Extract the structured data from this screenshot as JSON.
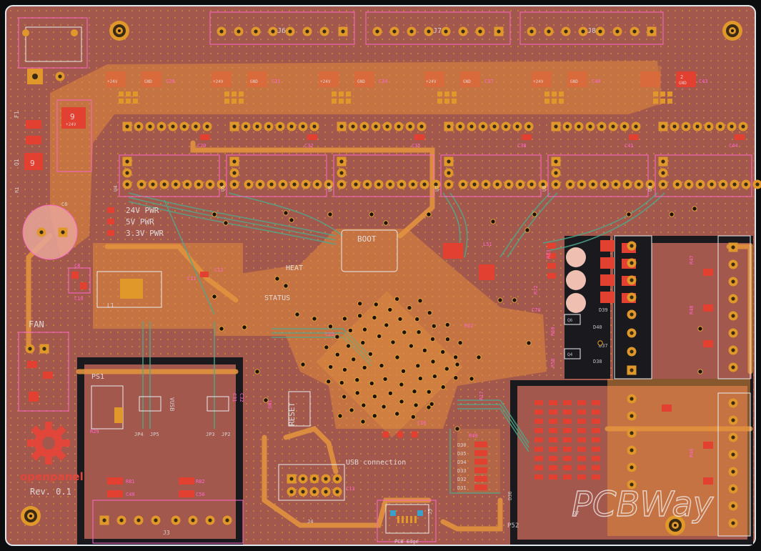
{
  "board": {
    "background": "#a2584c",
    "copper_fill": "#e28a3c",
    "trace_green": "#4fa98b",
    "pad_color": "#e0982b",
    "silk_color": "#e9edf1",
    "outline_color": "#ff66cc"
  },
  "connectors_top": [
    "J6",
    "J7",
    "J8"
  ],
  "driver_caps_top": [
    "C28",
    "C31",
    "C34",
    "C37",
    "C40",
    "C43"
  ],
  "driver_caps_mid": [
    "C29",
    "C32",
    "C35",
    "C38",
    "C41",
    "C44"
  ],
  "drivers": [
    "U4",
    "U5",
    "U6",
    "U7",
    "U8",
    "U9"
  ],
  "pad_labels": {
    "pos": "+24V",
    "gnd": "GND",
    "one": "1",
    "two": "2"
  },
  "left_labels": {
    "fuse": "F1",
    "q1": "Q1",
    "nine_a": "9",
    "nine_b": "9",
    "r1": "R1",
    "c6": "C6",
    "fan": "FAN",
    "ps1": "PS1",
    "c8": "C8",
    "c10": "C10",
    "l1": "L1",
    "c11": "C11",
    "c12": "C12",
    "sw1": "SW1"
  },
  "power_leds": {
    "v24": "24V PWR",
    "v5": "5V PWR",
    "v33": "3.3V PWR"
  },
  "mid_labels": {
    "boot": "BOOT",
    "reset": "RESET",
    "heat": "HEAT",
    "status": "STATUS",
    "usb": "USB connection",
    "pcb_edge": "PCB Edge",
    "j4": "J4",
    "j5": "J5",
    "c13": "C13",
    "c16": "C16",
    "c23": "C23",
    "r49": "R49",
    "r17": "R17",
    "r22": "R22",
    "d30": "D30",
    "d35": "D35",
    "d34": "D34",
    "d33": "D33",
    "d32": "D32",
    "d31": "D31",
    "l51": "L51",
    "c70": "C70"
  },
  "right_labels": {
    "r83": "R83",
    "r72": "R72",
    "r60": "R60",
    "r58": "R58",
    "d39": "D39",
    "d40": "D40",
    "d37": "D37",
    "d38": "D38",
    "q6": "Q6",
    "q4": "Q4",
    "r47": "R47",
    "r48": "R48",
    "r46": "R46",
    "p52": "P52",
    "d36": "D36",
    "q7": "Q7"
  },
  "bottom_left_labels": {
    "r29": "R29",
    "r81": "R81",
    "c49": "C49",
    "r82": "R82",
    "c50": "C50",
    "jp4": "JP4",
    "jp5": "JP5",
    "jp3": "JP3",
    "jp2": "JP2",
    "j3": "J3",
    "vusb": "VUSB",
    "c31b": "C31",
    "c32b": "C32"
  },
  "logo": {
    "name": "openpanel",
    "rev": "Rev. 0.1"
  },
  "watermark": "PCBWay"
}
